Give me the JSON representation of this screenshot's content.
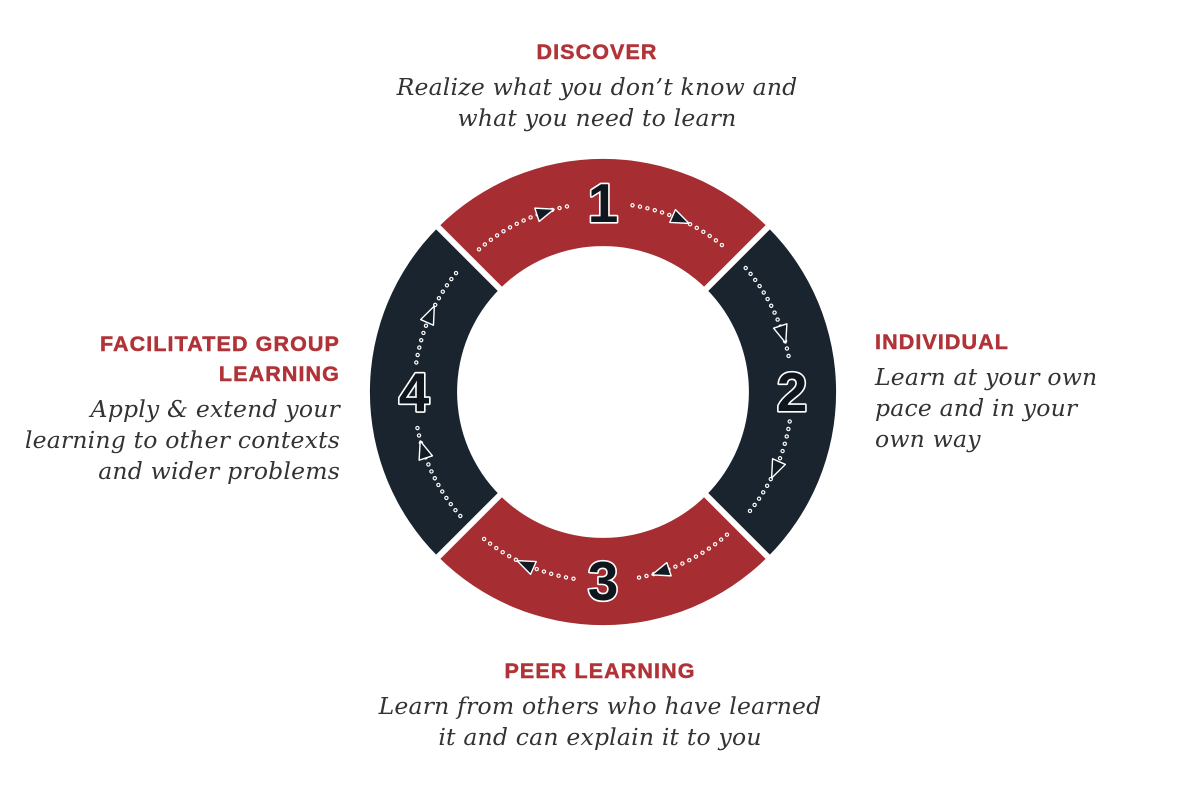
{
  "diagram": {
    "flow_direction": "clockwise",
    "colors": {
      "red_segment": "#a62d31",
      "navy_segment": "#19242e",
      "heading_red": "#b03338",
      "body_text": "#333333",
      "dot": "#ffffff",
      "arrow_fill": "#131c25",
      "arrow_stroke": "#ffffff",
      "number_fill": "#10161d",
      "number_stroke": "#ffffff",
      "gap": "#ffffff",
      "background": "#ffffff"
    },
    "segments": [
      {
        "number": "1",
        "name": "DISCOVER",
        "color": "#a62d31"
      },
      {
        "number": "2",
        "name": "INDIVIDUAL",
        "color": "#19242e"
      },
      {
        "number": "3",
        "name": "PEER LEARNING",
        "color": "#a62d31"
      },
      {
        "number": "4",
        "name": "FACILITATED GROUP LEARNING",
        "color": "#19242e"
      }
    ],
    "blocks": {
      "top": {
        "heading": "DISCOVER",
        "lines": [
          "Realize what you don’t know and",
          "what you need to learn"
        ]
      },
      "right": {
        "heading": "INDIVIDUAL",
        "lines": [
          "Learn at your own",
          "pace and in your",
          "own way"
        ]
      },
      "left": {
        "heading_lines": [
          "FACILITATED GROUP",
          "LEARNING"
        ],
        "lines": [
          "Apply & extend your",
          "learning to other contexts",
          "and wider problems"
        ]
      },
      "bottom": {
        "heading": "PEER LEARNING",
        "lines": [
          "Learn from others who have learned",
          "it and can explain it to you"
        ]
      }
    }
  }
}
